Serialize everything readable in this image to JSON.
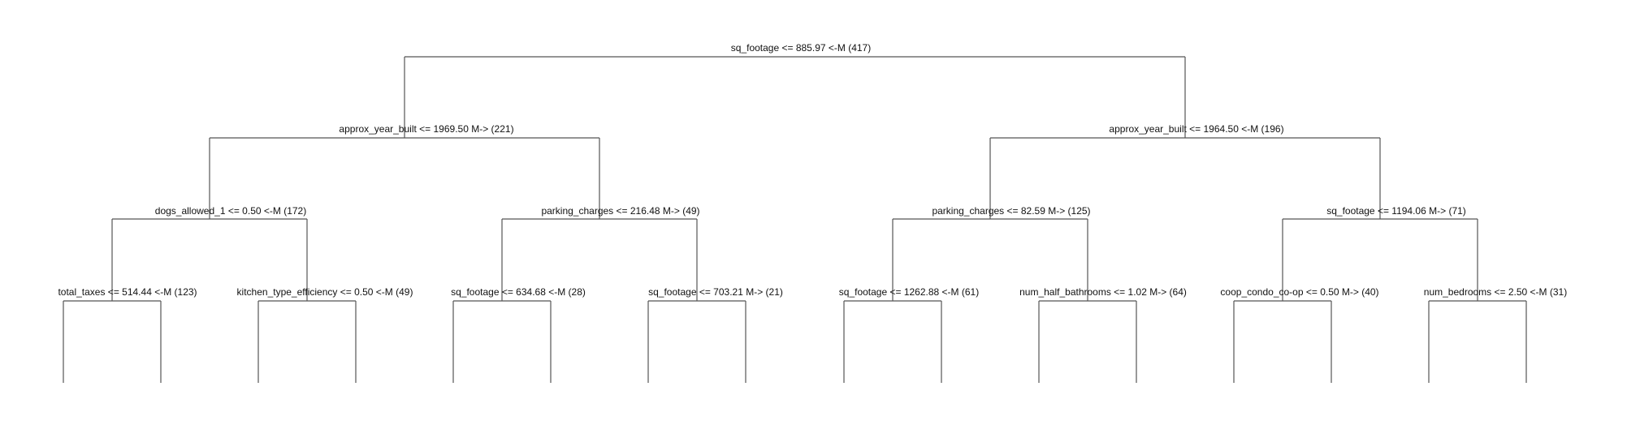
{
  "tree": {
    "root": "sq_footage <= 885.97 <-M (417)",
    "level1": [
      "approx_year_built <= 1969.50 M-> (221)",
      "approx_year_built <= 1964.50 <-M (196)"
    ],
    "level2": [
      "dogs_allowed_1 <= 0.50 <-M (172)",
      "parking_charges <= 216.48 M-> (49)",
      "parking_charges <= 82.59 M-> (125)",
      "sq_footage <= 1194.06 M-> (71)"
    ],
    "level3": [
      "total_taxes <= 514.44 <-M (123)",
      "kitchen_type_efficiency <= 0.50 <-M (49)",
      "sq_footage <= 634.68 <-M (28)",
      "sq_footage <= 703.21 M-> (21)",
      "sq_footage <= 1262.88 <-M (61)",
      "num_half_bathrooms <= 1.02 M-> (64)",
      "coop_condo_co-op <= 0.50 M-> (40)",
      "num_bedrooms <= 2.50 <-M (31)"
    ]
  }
}
